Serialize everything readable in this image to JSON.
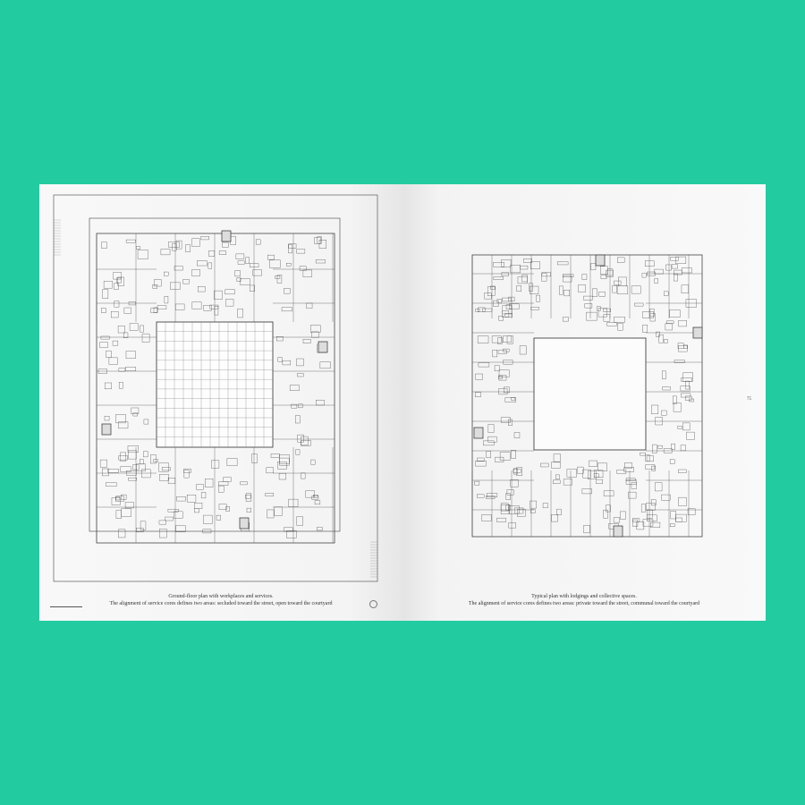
{
  "spread": {
    "left_page": {
      "caption_title": "Ground-floor plan with workplaces and services.",
      "caption_text": "The alignment of service cores defines two areas: secluded toward the street, open toward the courtyard"
    },
    "right_page": {
      "caption_title": "Typical plan with lodgings and collective spaces.",
      "caption_text": "The alignment of service cores defines two areas: private toward the street, communal toward the courtyard",
      "page_number": "75"
    }
  },
  "colors": {
    "background": "#23cba1",
    "paper": "#f7f7f7",
    "ink": "#333333"
  }
}
